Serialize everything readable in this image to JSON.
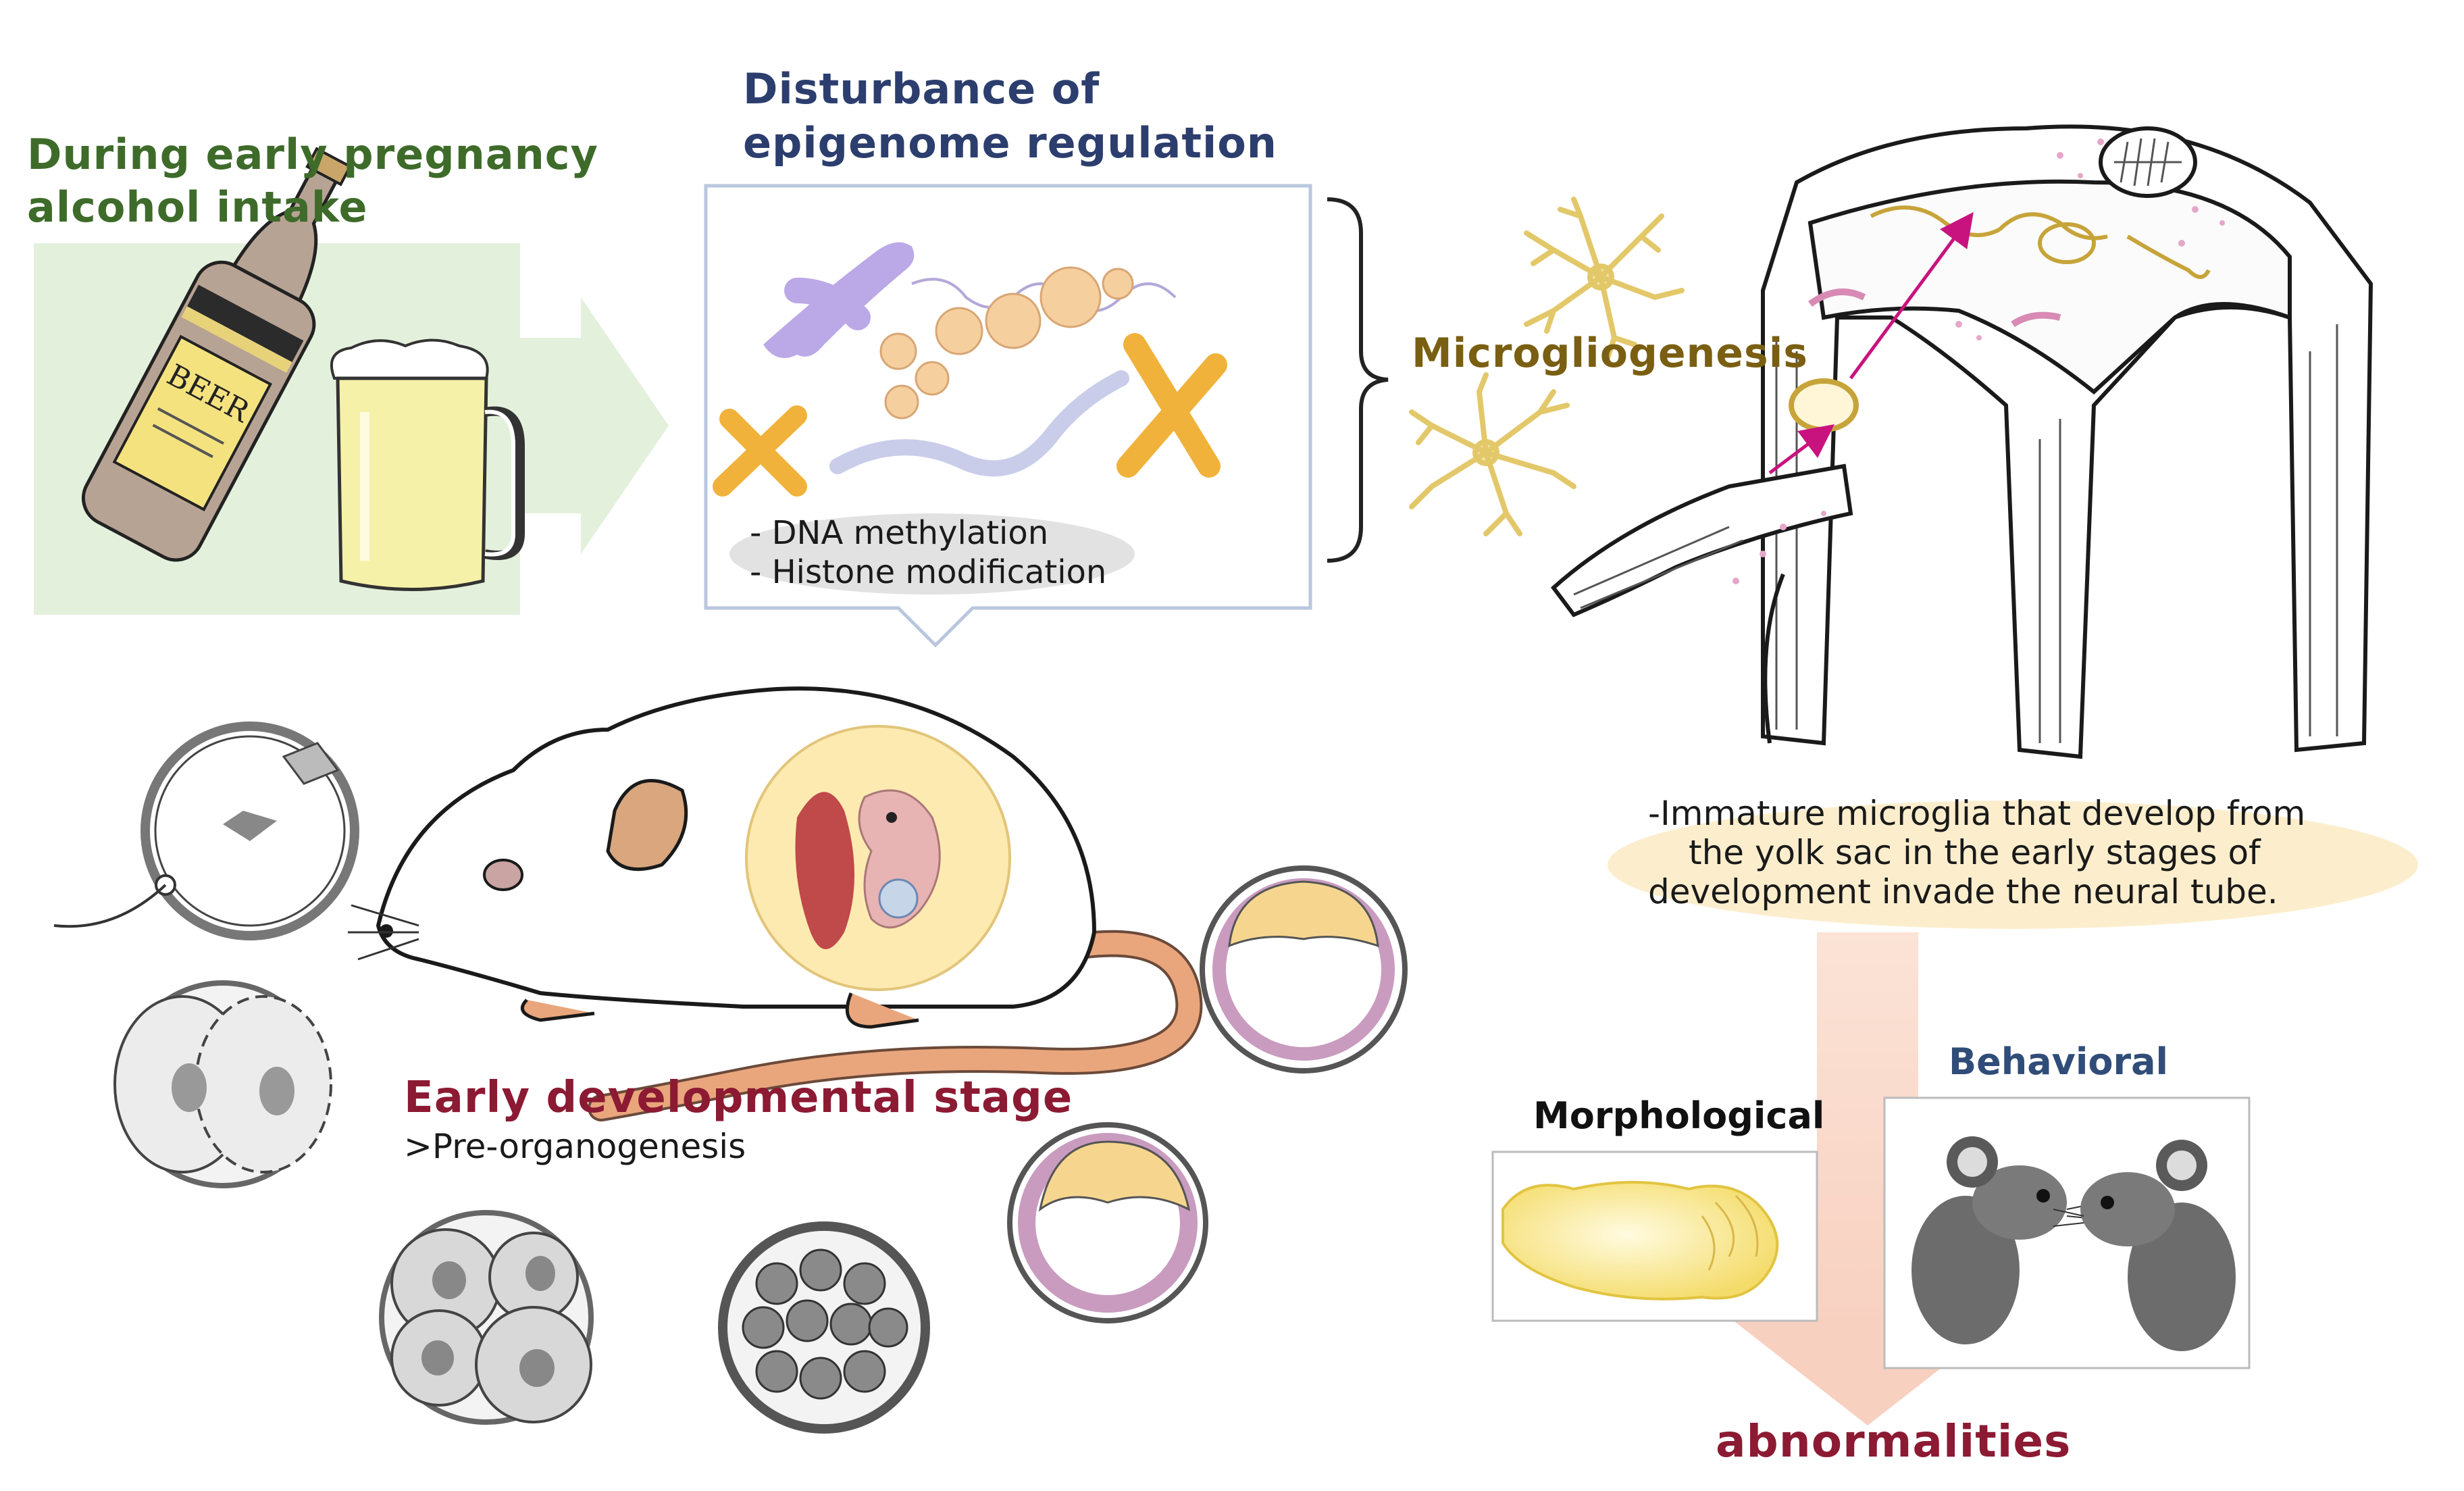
{
  "alcohol": {
    "title_line1": "During early pregnancy",
    "title_line2": "alcohol intake",
    "bottle_label": "BEER"
  },
  "epigenome": {
    "title_line1": "Disturbance of",
    "title_line2": "epigenome regulation",
    "bullet1": "- DNA methylation",
    "bullet2": "- Histone modification"
  },
  "microglia": {
    "title": "Microgliogenesis",
    "desc_line1": "-Immature microglia that develop from",
    "desc_line2": "the yolk sac in the early stages of",
    "desc_line3": "development invade the neural tube."
  },
  "development": {
    "title": "Early developmental stage",
    "subtitle": ">Pre-organogenesis"
  },
  "outcomes": {
    "morphological": "Morphological",
    "behavioral": "Behavioral",
    "abnormalities": "abnormalities"
  },
  "colors": {
    "green_title": "#3e6b2a",
    "navy_title": "#2c3e6e",
    "olive_title": "#7a5f12",
    "red_title": "#8c1a33",
    "blue_title": "#2f4d78",
    "arrow_green": "#e3f1dc",
    "arrow_peach": "#f9dccd",
    "microglia_yellow": "#e3c86a",
    "arrow_magenta": "#c8137f"
  }
}
